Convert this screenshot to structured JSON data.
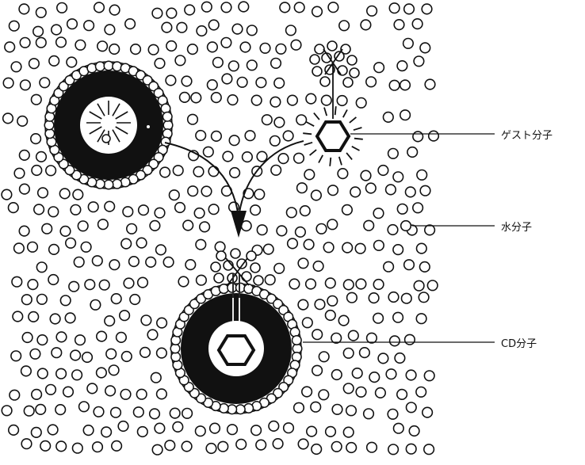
{
  "labels": {
    "guest": "ゲスト分子",
    "water": "水分子",
    "cd": "CD分子"
  },
  "colors": {
    "ink": "#111111",
    "paper": "#ffffff"
  }
}
